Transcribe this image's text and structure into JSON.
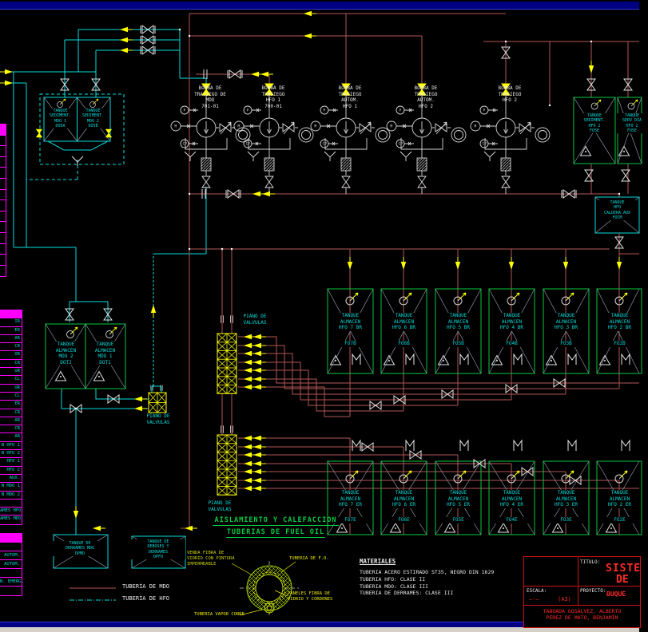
{
  "colors": {
    "background": "#000000",
    "pipe_mdo_cyan": "#00dcdc",
    "pipe_hfo_red": "#b35656",
    "tank_green": "#00c83c",
    "valve_yellow": "#ffff00",
    "table_magenta": "#ff00ff",
    "text_white": "#e8e8e8",
    "title_red": "#ff2a2a",
    "band_navy": "#000082",
    "bottom_strip": "#d4d0c8"
  },
  "icons": {
    "valve": "bowtie-valve",
    "flow_arrow": "yellow-flow-arrow",
    "pump": "centrifugal-pump",
    "gauge": "pressure-gauge",
    "clock": "level-indicator",
    "filter": "strainer-hatched",
    "funnel": "drain-funnel",
    "manifold": "valve-manifold-grid",
    "coupling": "pipe-coupling"
  },
  "top_tanks_mdo": {
    "t1": "TANQUE\nSEDIMENT.\nMDO 1\nDO5A",
    "t2": "TANQUE\nSEDIMENT.\nMDO 2\nDO5B"
  },
  "pumps": {
    "p1": "BOMBA DE\nTRASIEGO DE\nMDO\n701-01",
    "p2": "BOMBA DE\nTRASIEGO\nHFO 1\n700-01",
    "p3": "BOMBA DE\nTRASIEGO\nAUTOM.\nHFO 1",
    "p4": "BOMBA DE\nTRASIEGO\nAUTOM.\nHFO 2",
    "p5": "BOMBA DE\nTRASIEGO\nHFO 2"
  },
  "sed_hfo": {
    "t1": "TANQUE\nSEDIMENT.\nHFO 2\nFO5E",
    "t2": "TANQUE\nSERV DIA\nHFO 2\nFO5E"
  },
  "caldera": "TANQUE\nHFO\nCALDERA AUX\nFOCM",
  "mdo_storage": {
    "t1": "TANQUE\nALMACEN\nMDO 2\nDOT2",
    "t2": "TANQUE\nALMACEN\nMDO 1\nDOT1"
  },
  "manifolds": {
    "label": "PIANO DE\nVALVULAS"
  },
  "hfo_br": [
    {
      "label": "TANQUE\nALMACEN\nHFO 7 BR",
      "code": "FO7B"
    },
    {
      "label": "TANQUE\nALMACEN\nHFO 6 BR",
      "code": "FO6B"
    },
    {
      "label": "TANQUE\nALMACEN\nHFO 5 BR",
      "code": "FO5B"
    },
    {
      "label": "TANQUE\nALMACEN\nHFO 4 BR",
      "code": "FO4B"
    },
    {
      "label": "TANQUE\nALMACEN\nHFO 3 BR",
      "code": "FO3B"
    },
    {
      "label": "TANQUE\nALMACEN\nHFO 2 BR",
      "code": "FO2B"
    }
  ],
  "hfo_er": [
    {
      "label": "TANQUE\nALMACEN\nHFO 7 ER",
      "code": "FO7E"
    },
    {
      "label": "TANQUE\nALMACEN\nHFO 6 ER",
      "code": "FO6E"
    },
    {
      "label": "TANQUE\nALMACEN\nHFO 5 ER",
      "code": "FO5E"
    },
    {
      "label": "TANQUE\nALMACEN\nHFO 4 ER",
      "code": "FO4E"
    },
    {
      "label": "TANQUE\nALMACEN\nHFO 3 ER",
      "code": "FO3E"
    },
    {
      "label": "TANQUE\nALMACEN\nHFO 2 ER",
      "code": "FO2E"
    }
  ],
  "derrames": {
    "t1": "TANQUE DE\nDERRAMES MDO\nDPMD",
    "t2": "TANQUE DE\nREBOSES Y\nDERRAMES\nDPFO"
  },
  "heading": {
    "line1": "AISLAMIENTO Y CALEFACCION",
    "line2": "TUBERIAS DE FUEL OIL"
  },
  "legend": {
    "mdo": "TUBERÍA DE MDO",
    "hfo": "TUBERÍA DE HFO"
  },
  "materials": {
    "title": "MATERIALES",
    "lines": "TUBERIA ACERO ESTIRADO ST35, NEGRO DIN 1629\nTUBERIA HFO: CLASE II\nTUBERIA MDO: CLASE III\nTUBERIA DE DERRAMES: CLASE III"
  },
  "detail": {
    "venda": "VENDA FIBRA DE\nVIDRIO CON PINTURA\nIMPERMEABLE",
    "fo": "TUBERIA DE F.O.",
    "paneles": "PANELES FIBRA DE\nVIDRIO Y CORDONES",
    "vapor": "TUBERIA VAPOR COBRE"
  },
  "titleblock": {
    "titulo_label": "TITULO:",
    "titulo_line1": "SISTE",
    "titulo_line2": "DE",
    "escala_label": "ESCALA:",
    "escala_value": "—·—",
    "escala_format": "(A3)",
    "proyecto_label": "PROYECTO:",
    "proyecto_value": "BUQUE",
    "autores": "TABOADA GOSÁLVEZ, ALBERTO\nPÉREZ DE MATO, BENJAMÍN"
  },
  "sidebar": {
    "table1": [
      "",
      "IR",
      "ER",
      "AR",
      "CR",
      "OR",
      "CR",
      "UR",
      "CL",
      "UR",
      "CL",
      "ER",
      "CR",
      "AR",
      "CR",
      "AR",
      "N HFO 1",
      "N HFO 2",
      "HFO 1",
      "HFO 2",
      "AUX.",
      "N MDO 1",
      "N MDO 2",
      "",
      "AMES HFO",
      "AMES MDO"
    ],
    "table2": [
      "",
      "",
      "AUTOM.",
      "AUTOM.",
      "",
      "N. EMERG.",
      ""
    ]
  }
}
